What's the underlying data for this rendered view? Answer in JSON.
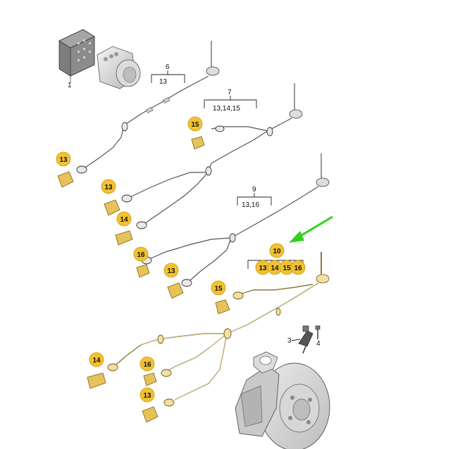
{
  "part_numbers": {
    "p1": "1",
    "p3": "3",
    "p4": "4",
    "p6": "6",
    "p6_sub": "13",
    "p7": "7",
    "p7_sub": "13,14,15",
    "p9": "9",
    "p9_sub": "13,16",
    "p10": "10",
    "p10_sub_13": "13",
    "p10_sub_14": "14",
    "p10_sub_15": "15",
    "p10_sub_16": "16"
  },
  "badges": {
    "b15a": "15",
    "b13a": "13",
    "b13b": "13",
    "b14a": "14",
    "b16a": "16",
    "b13c": "13",
    "b15b": "15",
    "b14b": "14",
    "b16b": "16",
    "b13d": "13"
  },
  "colors": {
    "badge": "#f2c230",
    "highlight_wire": "#e8d590",
    "arrow": "#2fd21f",
    "line": "#555555"
  }
}
